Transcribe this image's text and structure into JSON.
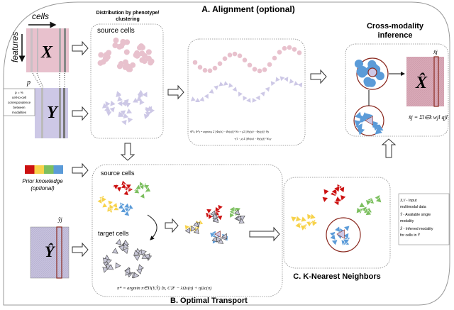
{
  "input": {
    "cells_label": "cells",
    "features_label": "features",
    "x_label": "X",
    "y_label": "Y",
    "p_label": "p",
    "p_note": [
      "p = %",
      "cell-to-cell",
      "correspondence",
      "between",
      "modalities"
    ]
  },
  "distribution": {
    "title_lines": [
      "Distribution by phenotype/",
      "clustering"
    ],
    "source_label": "source cells"
  },
  "alignment": {
    "title": "A. Alignment (optional)",
    "formula_line1": "Φ*x, Φ*y = argmin μ Σ ||Φx(xi) − Φx(xj)||² Wx + γ Σ ||Φy(yi) − Φy(yj)||² Wy",
    "formula_line2": "+(1 − μ) Σ ||Φx(xi) − Φy(yj)||² Wx,y"
  },
  "inference": {
    "title_lines": [
      "Cross-modality",
      "inference"
    ],
    "xhat_label": "X̂",
    "xj_label": "x̂j",
    "formula": "x̂j = Σl∈k wjl qjl"
  },
  "prior": {
    "label": "Prior knowledge",
    "sub": "(optional)",
    "colors": [
      "#cc1111",
      "#f7d24a",
      "#7cbf5f",
      "#5b9bd8"
    ]
  },
  "yhat": {
    "label": "Ŷ",
    "col_label": "ŷj"
  },
  "ot": {
    "source_label": "source cells",
    "target_label": "target cells",
    "formula": "π* = argmin π∈Π(Y,Ŷ) ⟨π, C⟩F − λΩs(π) + ηΩc(π)",
    "title": "B. Optimal Transport"
  },
  "knn": {
    "title": "C. K-Nearest Neighbors"
  },
  "legend": {
    "items": [
      [
        "X,Y",
        " - Input",
        "multimodal data"
      ],
      [
        "Ŷ",
        " - Available single",
        "modality"
      ],
      [
        "X̂",
        " - Inferred modality",
        "for cells in Ŷ"
      ]
    ]
  },
  "colors": {
    "pink": "#e8c1cd",
    "lavender": "#cdc8e6",
    "red": "#cc1111",
    "yellow": "#f7d24a",
    "green": "#7cbf5f",
    "blue": "#5b9bd8",
    "grey": "#c9c8d8",
    "outline": "#8b2a20"
  }
}
